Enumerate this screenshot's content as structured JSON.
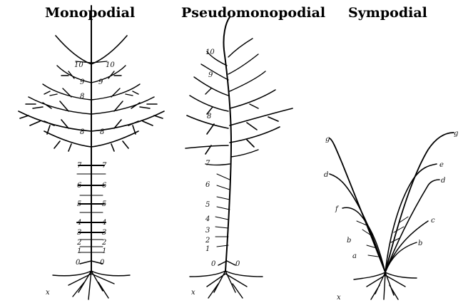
{
  "titles": {
    "monopodial": "Monopodial",
    "pseudomonopodial": "Pseudomonopodial",
    "sympodial": "Sympodial"
  },
  "labels": {
    "monopodial": [
      "10",
      "9",
      "8",
      "7",
      "6",
      "5",
      "4",
      "3",
      "2",
      "1",
      "0",
      "x"
    ],
    "pseudomonopodial": [
      "10",
      "9",
      "8",
      "7",
      "6",
      "5",
      "4",
      "3",
      "2",
      "1",
      "0",
      "x"
    ],
    "sympodial": [
      "g",
      "d",
      "e",
      "f",
      "c",
      "b",
      "a",
      "x"
    ]
  },
  "colors": {
    "ink": "#000000",
    "background": "#ffffff"
  }
}
